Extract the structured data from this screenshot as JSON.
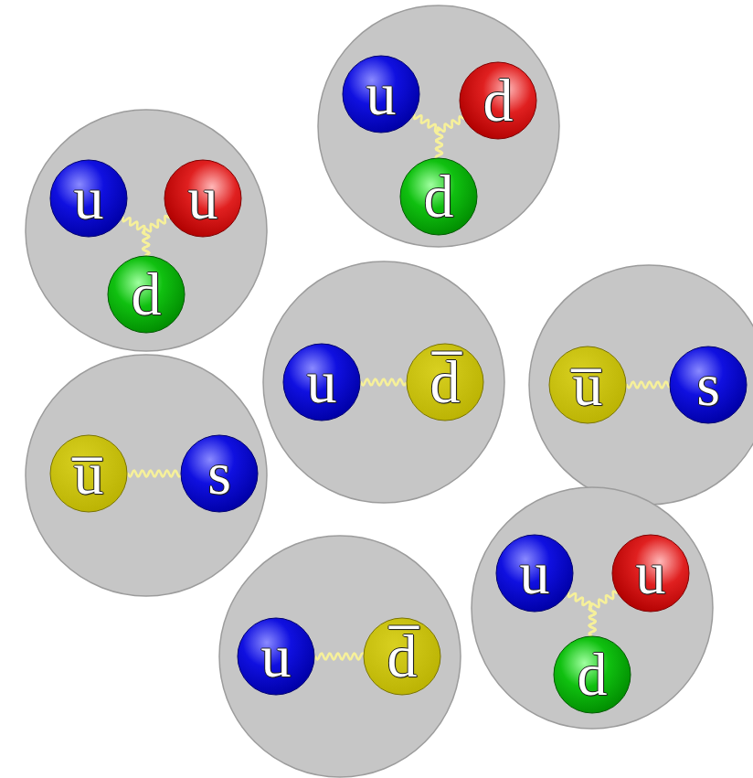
{
  "diagram": {
    "nodes": [
      {
        "text": []
      },
      {
        "text": [
          "u"
        ],
        "in": 0
      },
      {
        "text": [
          "d"
        ],
        "in": 0
      },
      {
        "text": [
          "d"
        ],
        "in": 0
      },
      {
        "text": []
      },
      {
        "text": [
          "u"
        ],
        "in": 4
      },
      {
        "text": [
          "u"
        ],
        "in": 4
      },
      {
        "text": [
          "d"
        ],
        "in": 4
      },
      {
        "text": []
      },
      {
        "text": [
          "u"
        ],
        "in": 8
      },
      {
        "text": [
          "d̅"
        ],
        "in": 8
      },
      {
        "text": []
      },
      {
        "text": [
          "u̅"
        ],
        "in": 11
      },
      {
        "text": [
          "s"
        ],
        "in": 11
      },
      {
        "text": []
      },
      {
        "text": [
          "u̅"
        ],
        "in": 14
      },
      {
        "text": [
          "s"
        ],
        "in": 14
      },
      {
        "text": []
      },
      {
        "text": [
          "u"
        ],
        "in": 17
      },
      {
        "text": [
          "u"
        ],
        "in": 17
      },
      {
        "text": [
          "d"
        ],
        "in": 17
      },
      {
        "text": []
      },
      {
        "text": [
          "u"
        ],
        "in": 21
      },
      {
        "text": [
          "d̅"
        ],
        "in": 21
      }
    ],
    "edges": [
      {
        "from": 1,
        "to": 3,
        "arrow": "none"
      },
      {
        "from": 2,
        "to": 3,
        "arrow": "none"
      },
      {
        "from": 5,
        "to": 7,
        "arrow": "none"
      },
      {
        "from": 6,
        "to": 7,
        "arrow": "none"
      },
      {
        "from": 9,
        "to": 10,
        "arrow": "none"
      },
      {
        "from": 12,
        "to": 13,
        "arrow": "none"
      },
      {
        "from": 15,
        "to": 16,
        "arrow": "none"
      },
      {
        "from": 18,
        "to": 20,
        "arrow": "none"
      },
      {
        "from": 19,
        "to": 20,
        "arrow": "none"
      },
      {
        "from": 22,
        "to": 23,
        "arrow": "none"
      }
    ]
  }
}
